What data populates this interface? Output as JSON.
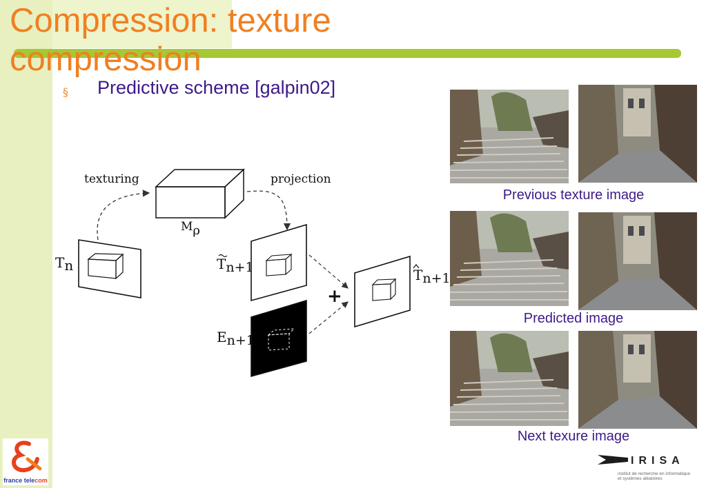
{
  "slide": {
    "title": "Compression: texture compression",
    "bullet_marker": "§",
    "bullet_text": "Predictive scheme [galpin02]"
  },
  "diagram": {
    "label_texturing": "texturing",
    "label_projection": "projection",
    "symbol_model": "M",
    "symbol_model_sub": "ρ",
    "symbol_tn": "T",
    "symbol_tn_sub": "n",
    "symbol_tpred": "T",
    "symbol_tpred_sub": "n+1",
    "symbol_e": "E",
    "symbol_e_sub": "n+1",
    "symbol_plus": "+",
    "symbol_that": "T",
    "symbol_that_sub": "n+1"
  },
  "images": {
    "caption_previous": "Previous texture image",
    "caption_predicted": "Predicted image",
    "caption_next": "Next texure image"
  },
  "logos": {
    "france_telecom_part1": "france tele",
    "france_telecom_part2": "com",
    "irisa_word": "IRISA",
    "irisa_line1": "institut de recherche en informatique",
    "irisa_line2": "et systèmes aléatoires"
  },
  "colors": {
    "title": "#f07f22",
    "bullet_text": "#3d1a88",
    "accent_line": "#a6c832",
    "left_band": "#e8f0c0"
  }
}
